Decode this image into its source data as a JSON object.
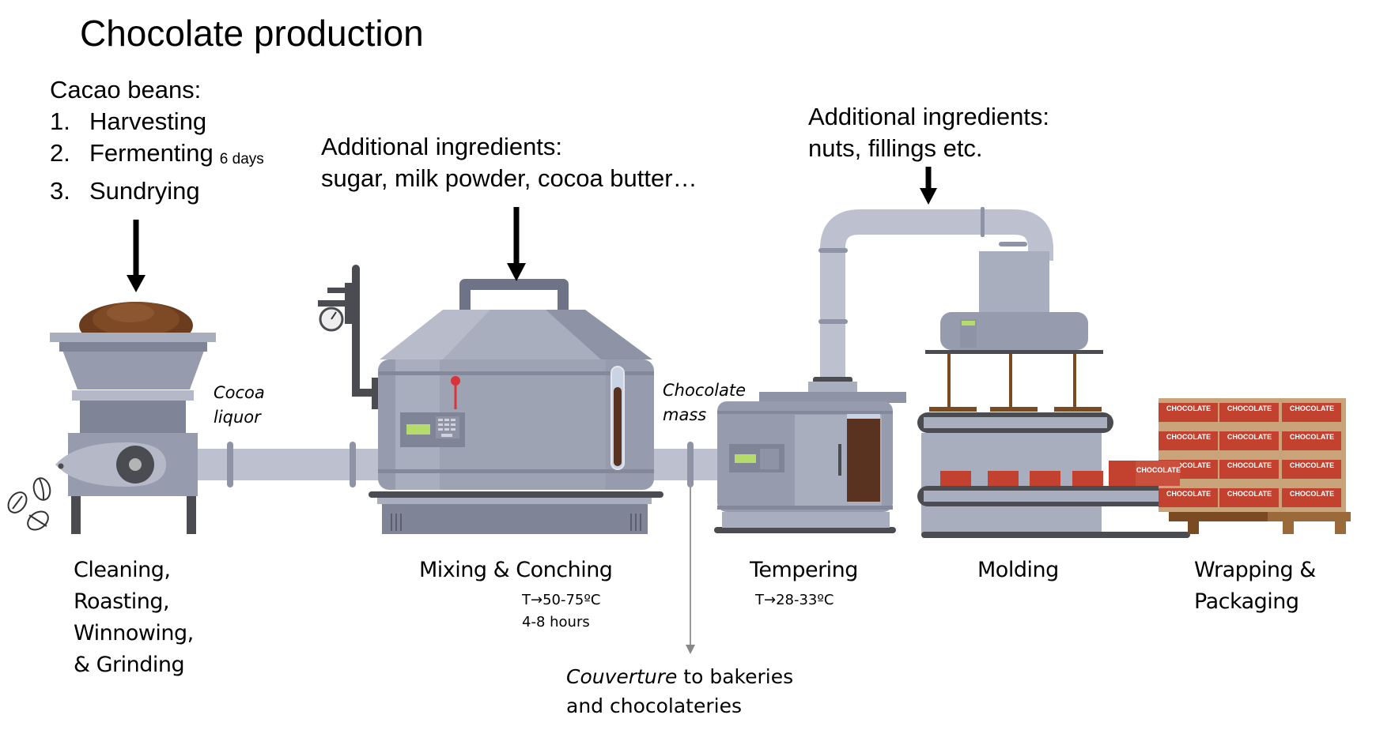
{
  "title": "Chocolate production",
  "cacao": {
    "heading": "Cacao beans:",
    "steps": [
      {
        "num": "1.",
        "label": "Harvesting",
        "note": ""
      },
      {
        "num": "2.",
        "label": "Fermenting",
        "note": "6 days"
      },
      {
        "num": "3.",
        "label": "Sundrying",
        "note": ""
      }
    ]
  },
  "ingredients_mixing": {
    "heading": "Additional ingredients:",
    "items": "sugar, milk powder, cocoa butter…"
  },
  "ingredients_molding": {
    "heading": "Additional ingredients:",
    "items": "nuts, fillings etc."
  },
  "flow_labels": {
    "cocoa_liquor": [
      "Cocoa",
      "liquor"
    ],
    "chocolate_mass": [
      "Chocolate",
      "mass"
    ]
  },
  "stages": [
    {
      "id": "grinding",
      "lines": [
        "Cleaning,",
        "Roasting,",
        "Winnowing,",
        "& Grinding"
      ],
      "notes": []
    },
    {
      "id": "conching",
      "lines": [
        "Mixing & Conching"
      ],
      "notes": [
        "T→50-75ºC",
        "4-8 hours"
      ]
    },
    {
      "id": "tempering",
      "lines": [
        "Tempering"
      ],
      "notes": [
        "T→28-33ºC"
      ]
    },
    {
      "id": "molding",
      "lines": [
        "Molding"
      ],
      "notes": []
    },
    {
      "id": "packaging",
      "lines": [
        "Wrapping &",
        "Packaging"
      ],
      "notes": []
    }
  ],
  "couverture": {
    "emphasis": "Couverture",
    "rest_line1": " to bakeries",
    "line2": "and chocolateries"
  },
  "box_label": "CHOCOLATE",
  "colors": {
    "machine_light": "#a9aebf",
    "machine_mid": "#969bad",
    "machine_dark": "#7f8497",
    "pipe": "#bcc0cf",
    "dark_metal": "#4a4c52",
    "chocolate": "#5a3220",
    "box_red": "#c2412f",
    "box_tan": "#c9a47a",
    "pallet": "#7a4a22",
    "lcd": "#b5dc6a",
    "gauge_red": "#d8343a"
  }
}
